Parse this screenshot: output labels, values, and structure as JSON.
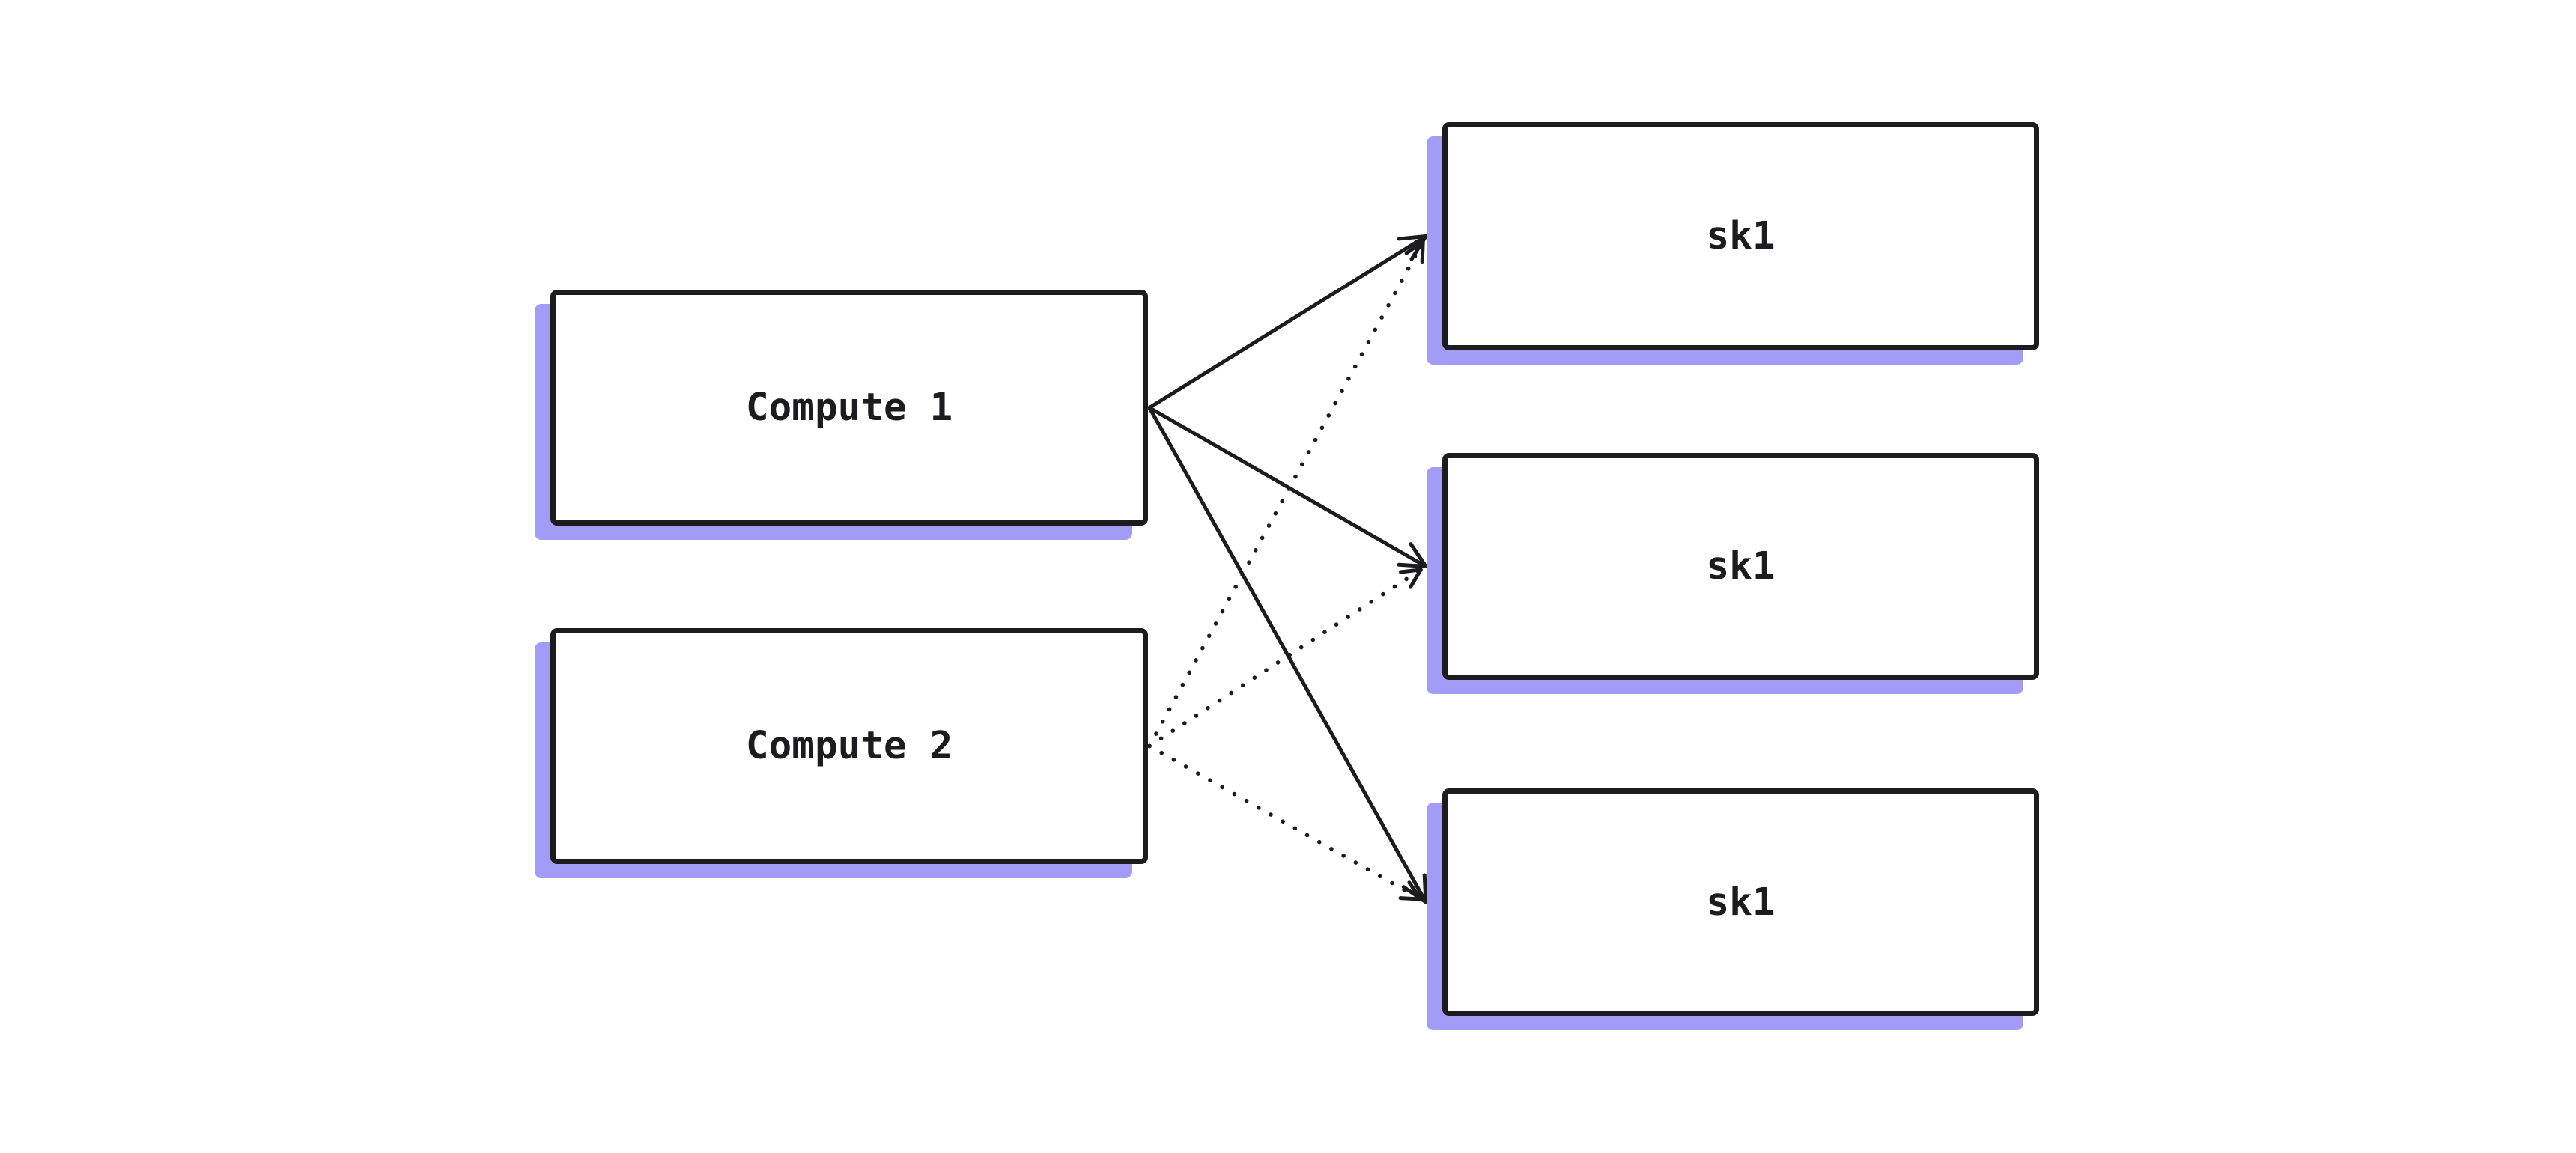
{
  "diagram": {
    "background_color": "#ffffff",
    "stroke_color": "#1b1b20",
    "shadow_color": "#a39cf6",
    "box_fill_color": "#ffffff",
    "nodes": [
      {
        "id": "compute1",
        "label": "Compute 1"
      },
      {
        "id": "compute2",
        "label": "Compute 2"
      },
      {
        "id": "sk1a",
        "label": "sk1"
      },
      {
        "id": "sk1b",
        "label": "sk1"
      },
      {
        "id": "sk1c",
        "label": "sk1"
      }
    ],
    "edges": [
      {
        "from": "compute1",
        "to": "sk1a",
        "style": "solid"
      },
      {
        "from": "compute1",
        "to": "sk1b",
        "style": "solid"
      },
      {
        "from": "compute1",
        "to": "sk1c",
        "style": "solid"
      },
      {
        "from": "compute2",
        "to": "sk1a",
        "style": "dotted"
      },
      {
        "from": "compute2",
        "to": "sk1b",
        "style": "dotted"
      },
      {
        "from": "compute2",
        "to": "sk1c",
        "style": "dotted"
      }
    ]
  }
}
